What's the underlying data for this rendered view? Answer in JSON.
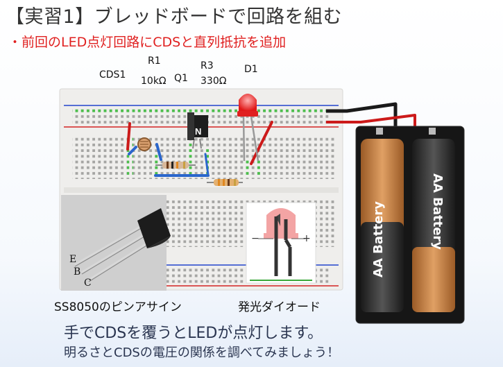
{
  "title": "【実習1】ブレッドボードで回路を組む",
  "subtitle": "・前回のLED点灯回路にCDSと直列抵抗を追加",
  "components": {
    "cds1": "CDS1",
    "r1": "R1",
    "r1_value": "10kΩ",
    "q1": "Q1",
    "r3": "R3",
    "r3_value": "330Ω",
    "d1": "D1"
  },
  "transistor_pins": {
    "e": "E",
    "b": "B",
    "c": "C"
  },
  "transistor_mark": "N",
  "battery_label": "AA Battery",
  "captions": {
    "pinout": "SS8050のピンアサイン",
    "led": "発光ダイオード"
  },
  "led_diagram": {
    "minus": "−",
    "plus": "+"
  },
  "footer": {
    "line1": "手でCDSを覆うとLEDが点灯します。",
    "line2": "明るさとCDSの電圧の関係を調べてみましょう！"
  },
  "colors": {
    "subtitle": "#e02020",
    "breadboard": "#efeeec",
    "rail_red": "#d42222",
    "rail_blue": "#2244cc",
    "wire_red": "#cc1a1a",
    "wire_blue": "#2a66cc",
    "battery_copper": "#c8793a"
  }
}
